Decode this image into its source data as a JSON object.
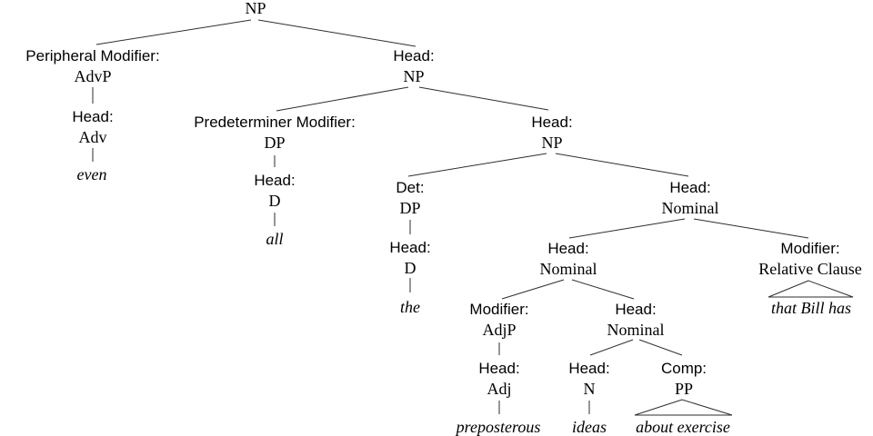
{
  "figure": {
    "kind": "syntax-tree",
    "background_color": "#ffffff",
    "line_color": "#2e2e2e",
    "text_color": "#000000"
  },
  "tree": {
    "root": {
      "category": "NP"
    },
    "nodes": {
      "peripheral_modifier_advp": {
        "function": "Peripheral Modifier:",
        "category": "AdvP"
      },
      "head_np_outer": {
        "function": "Head:",
        "category": "NP"
      },
      "head_adv": {
        "function": "Head:",
        "category": "Adv"
      },
      "predeterminer_modifier_dp": {
        "function": "Predeterminer Modifier:",
        "category": "DP"
      },
      "head_np_inner": {
        "function": "Head:",
        "category": "NP"
      },
      "head_d_all": {
        "function": "Head:",
        "category": "D"
      },
      "det_dp": {
        "function": "Det:",
        "category": "DP"
      },
      "head_nominal_top": {
        "function": "Head:",
        "category": "Nominal"
      },
      "head_d_the": {
        "function": "Head:",
        "category": "D"
      },
      "head_nominal_mid": {
        "function": "Head:",
        "category": "Nominal"
      },
      "modifier_relative_clause": {
        "function": "Modifier:",
        "category": "Relative Clause"
      },
      "modifier_adjp": {
        "function": "Modifier:",
        "category": "AdjP"
      },
      "head_nominal_low": {
        "function": "Head:",
        "category": "Nominal"
      },
      "head_adj": {
        "function": "Head:",
        "category": "Adj"
      },
      "head_n": {
        "function": "Head:",
        "category": "N"
      },
      "comp_pp": {
        "function": "Comp:",
        "category": "PP"
      }
    },
    "leaves": {
      "even": "even",
      "all": "all",
      "the": "the",
      "preposterous": "preposterous",
      "ideas": "ideas",
      "about_exercise": "about exercise",
      "that_bill_has": "that Bill has"
    }
  }
}
